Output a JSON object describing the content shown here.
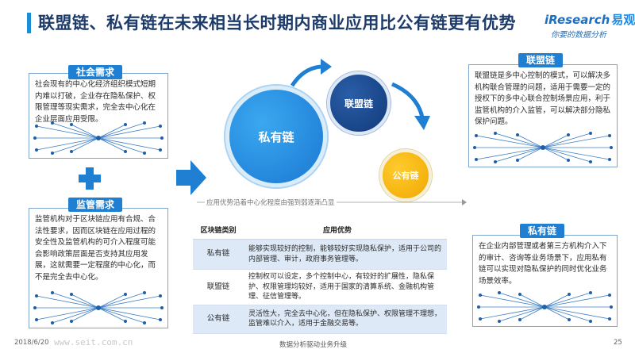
{
  "header": {
    "title": "联盟链、私有链在未来相当长时期内商业应用比公有链更有优势",
    "logo_en": "iResearch",
    "logo_cn": "易观",
    "logo_sub": "你要的数据分析"
  },
  "left": {
    "social": {
      "tag": "社会需求",
      "text": "社会现有的中心化经济组织模式短期内难以打破，企业存在隐私保护、权限管理等现实需求，完全去中心化在企业层面应用受限。"
    },
    "regulatory": {
      "tag": "监管需求",
      "text": "监管机构对于区块链应用有合规、合法性要求，因而区块链在应用过程的安全性及监管机构的可介入程度可能会影响政策层面是否支持其应用发展，这就需要一定程度的中心化，而不是完全去中心化。"
    }
  },
  "center": {
    "circles": {
      "private": "私有链",
      "consortium": "联盟链",
      "public": "公有链"
    },
    "direction_text": "应用优势沿着中心化程度由强到弱逐渐凸显",
    "table": {
      "headers": [
        "区块链类别",
        "应用优势"
      ],
      "rows": [
        {
          "type": "私有链",
          "advantage": "能够实现较好的控制，能够较好实现隐私保护，适用于公司的内部管理、审计，政府事务管理等。"
        },
        {
          "type": "联盟链",
          "advantage": "控制权可以设定，多个控制中心，有较好的扩展性，隐私保护、权限管理均较好，适用于国家的清算系统、金融机构管理、征信管理等。"
        },
        {
          "type": "公有链",
          "advantage": "灵活性大，完全去中心化，但在隐私保护、权限管理不理想，监管难以介入，适用于金融交易等。"
        }
      ]
    }
  },
  "right": {
    "consortium": {
      "tag": "联盟链",
      "text": "联盟链是多中心控制的模式，可以解决多机构联合管理的问题，适用于需要一定的授权下的多中心联合控制场景应用，利于监管机构的介入监管，可以解决部分隐私保护问题。"
    },
    "private": {
      "tag": "私有链",
      "text": "在企业内部管理或者第三方机构介入下的审计、咨询等业务场景下，应用私有链可以实现对隐私保护的同时优化业务场景效率。"
    }
  },
  "footer": {
    "date": "2018/6/20",
    "center": "数据分析驱动业务升级",
    "page": "25",
    "url_watermark": "www.seit.com.cn"
  },
  "colors": {
    "accent": "#1e7fd3",
    "title": "#1d3b6a",
    "consortium_circle": "#123a7a",
    "public_circle": "#f0a800",
    "table_stripe": "#dde9f6"
  }
}
